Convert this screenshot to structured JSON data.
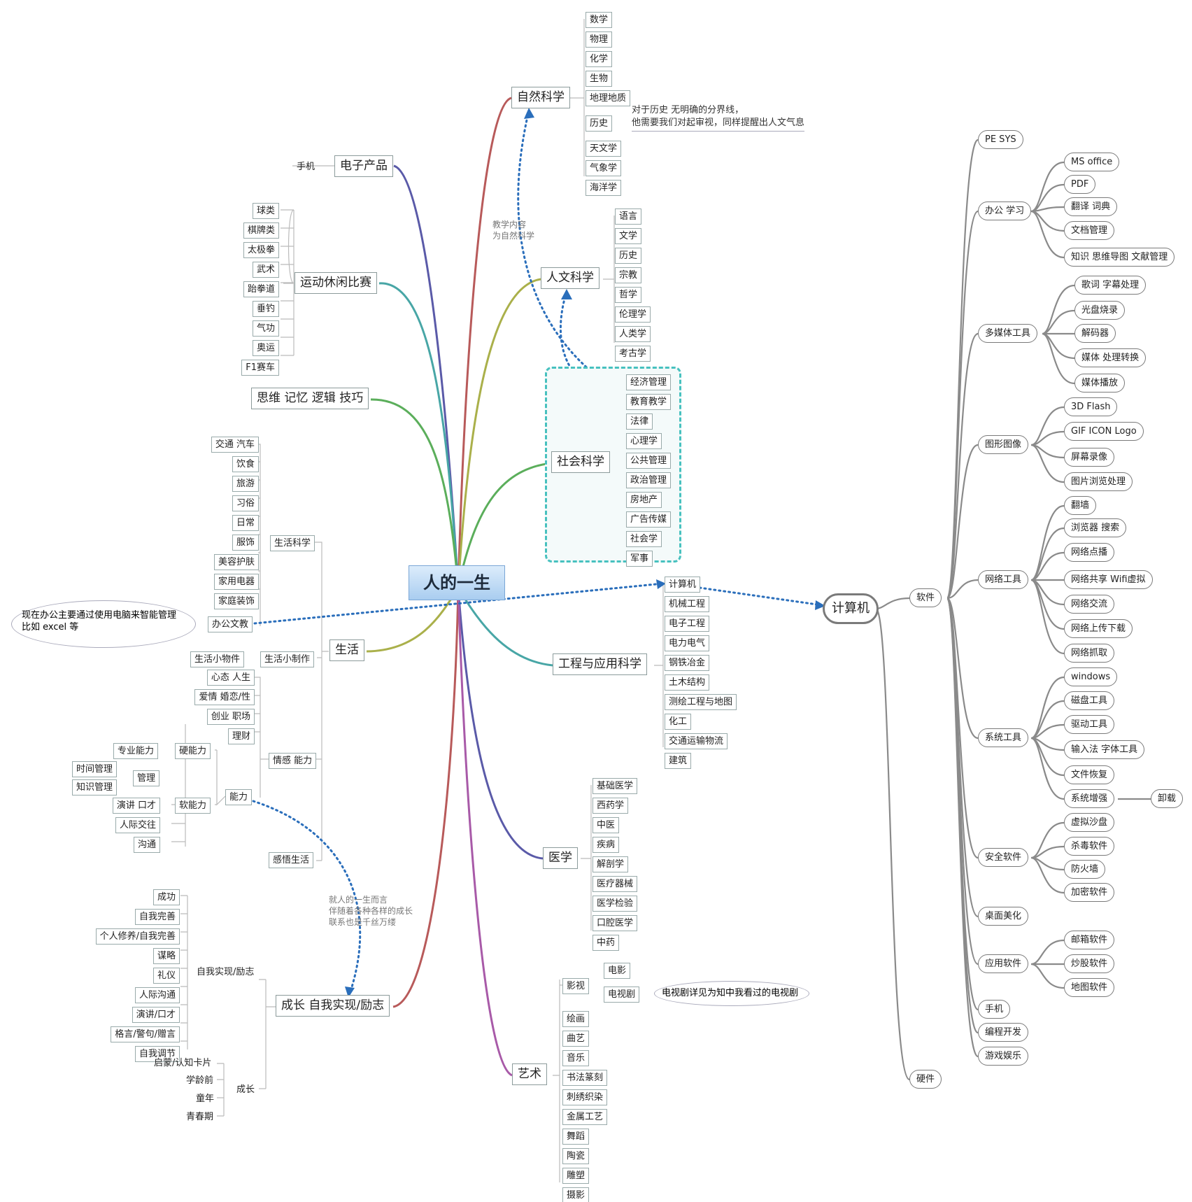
{
  "root": {
    "label": "人的一生"
  },
  "colors": {
    "accent_teal": "#47c1bf",
    "relation_blue": "#2a6ebb",
    "root_fill": "#b9d7f3"
  },
  "left": {
    "electronics": {
      "label": "电子产品",
      "children": [
        "手机"
      ]
    },
    "sports": {
      "label": "运动休闲比赛",
      "children": [
        "球类",
        "棋牌类",
        "太极拳",
        "武术",
        "跆拳道",
        "垂钓",
        "气功",
        "奥运",
        "F1赛车"
      ]
    },
    "thinking": {
      "label": "思维 记忆 逻辑 技巧"
    },
    "life": {
      "label": "生活",
      "science": {
        "label": "生活科学",
        "children": [
          "交通 汽车",
          "饮食",
          "旅游",
          "习俗",
          "日常",
          "服饰",
          "美容护肤",
          "家用电器",
          "家庭装饰"
        ]
      },
      "office": {
        "label": "办公文教",
        "note": [
          "现在办公主要通过使用电脑来智能管理",
          "比如 excel  等"
        ]
      },
      "craft": {
        "label": "生活小制作",
        "child": "生活小物件"
      },
      "emotion": {
        "label": "情感 能力",
        "children": [
          "心态 人生",
          "爱情 婚恋/性",
          "创业 职场",
          "理财"
        ]
      },
      "ability": {
        "label": "能力",
        "hard": {
          "label": "硬能力",
          "child": "专业能力"
        },
        "soft": {
          "label": "软能力",
          "manage": {
            "label": "管理",
            "children": [
              "时间管理",
              "知识管理"
            ]
          },
          "children": [
            "演讲 口才",
            "人际交往",
            "沟通"
          ]
        }
      },
      "insight": {
        "label": "感悟生活"
      }
    },
    "growth": {
      "label": "成长 自我实现/励志",
      "self": {
        "label": "自我实现/励志",
        "children": [
          "成功",
          "自我完善",
          "个人修养/自我完善",
          "谋略",
          "礼仪",
          "人际沟通",
          "演讲/口才",
          "格言/警句/赠言",
          "自我调节"
        ]
      },
      "grow": {
        "label": "成长",
        "children": [
          "启蒙/认知卡片",
          "学龄前",
          "童年",
          "青春期"
        ]
      }
    }
  },
  "right": {
    "natural": {
      "label": "自然科学",
      "children": [
        "数学",
        "物理",
        "化学",
        "生物",
        "地理地质",
        "历史",
        "天文学",
        "气象学",
        "海洋学"
      ],
      "history_note": [
        "对于历史 无明确的分界线，",
        "他需要我们对起审视，同样提醒出人文气息"
      ]
    },
    "humanities": {
      "label": "人文科学",
      "children": [
        "语言",
        "文学",
        "历史",
        "宗教",
        "哲学",
        "伦理学",
        "人类学",
        "考古学"
      ]
    },
    "social": {
      "label": "社会科学",
      "children": [
        "经济管理",
        "教育教学",
        "法律",
        "心理学",
        "公共管理",
        "政治管理",
        "房地产",
        "广告传媒",
        "社会学",
        "军事"
      ]
    },
    "engineering": {
      "label": "工程与应用科学",
      "children": [
        "计算机",
        "机械工程",
        "电子工程",
        "电力电气",
        "钢铁冶金",
        "土木结构",
        "测绘工程与地图",
        "化工",
        "交通运输物流",
        "建筑"
      ]
    },
    "medicine": {
      "label": "医学",
      "children": [
        "基础医学",
        "西药学",
        "中医",
        "疾病",
        "解剖学",
        "医疗器械",
        "医学检验",
        "口腔医学",
        "中药"
      ]
    },
    "art": {
      "label": "艺术",
      "film": {
        "label": "影视",
        "children": [
          "电影",
          "电视剧"
        ],
        "tv_note": "电视剧详见为知中我看过的电视剧"
      },
      "children": [
        "绘画",
        "曲艺",
        "音乐",
        "书法篆刻",
        "刺绣织染",
        "金属工艺",
        "舞蹈",
        "陶瓷",
        "雕塑",
        "摄影"
      ]
    }
  },
  "computer": {
    "label": "计算机",
    "software": {
      "label": "软件"
    },
    "hardware": {
      "label": "硬件"
    },
    "groups": [
      {
        "label": "PE SYS",
        "children": []
      },
      {
        "label": "办公 学习",
        "children": [
          "MS office",
          "PDF",
          "翻译 词典",
          "文档管理",
          "知识 思维导图 文献管理"
        ]
      },
      {
        "label": "多媒体工具",
        "children": [
          "歌词 字幕处理",
          "光盘烧录",
          "解码器",
          "媒体 处理转换",
          "媒体播放"
        ]
      },
      {
        "label": "图形图像",
        "children": [
          "3D Flash",
          "GIF ICON Logo",
          "屏幕录像",
          "图片浏览处理"
        ]
      },
      {
        "label": "网络工具",
        "children": [
          "翻墙",
          "浏览器 搜索",
          "网络点播",
          "网络共享 Wifi虚拟",
          "网络交流",
          "网络上传下载",
          "网络抓取"
        ]
      },
      {
        "label": "系统工具",
        "children": [
          "windows",
          "磁盘工具",
          "驱动工具",
          "输入法 字体工具",
          "文件恢复",
          "系统增强"
        ]
      },
      {
        "label": "安全软件",
        "children": [
          "虚拟沙盘",
          "杀毒软件",
          "防火墙",
          "加密软件"
        ]
      },
      {
        "label": "桌面美化",
        "children": []
      },
      {
        "label": "应用软件",
        "children": [
          "邮箱软件",
          "炒股软件",
          "地图软件"
        ]
      },
      {
        "label": "手机",
        "children": []
      },
      {
        "label": "编程开发",
        "children": []
      },
      {
        "label": "游戏娱乐",
        "children": []
      }
    ],
    "uninstall": "卸载"
  },
  "relations": {
    "teaching": [
      "教学内容",
      "为自然科学"
    ],
    "growth": [
      "就人的一生而言",
      "伴随着各种各样的成长",
      "联系也是千丝万缕"
    ]
  }
}
